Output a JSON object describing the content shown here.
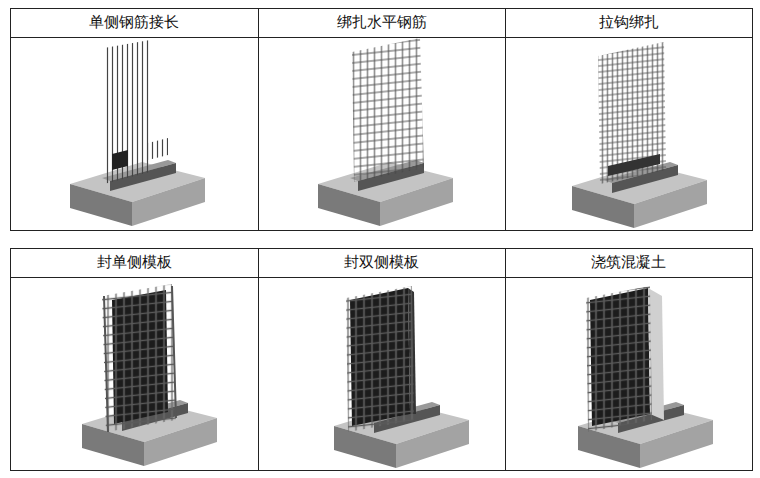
{
  "diagram": {
    "labels": [
      "单侧钢筋接长",
      "绑扎水平钢筋",
      "拉钩绑扎",
      "封单侧模板",
      "封双侧模板",
      "浇筑混凝土"
    ]
  }
}
